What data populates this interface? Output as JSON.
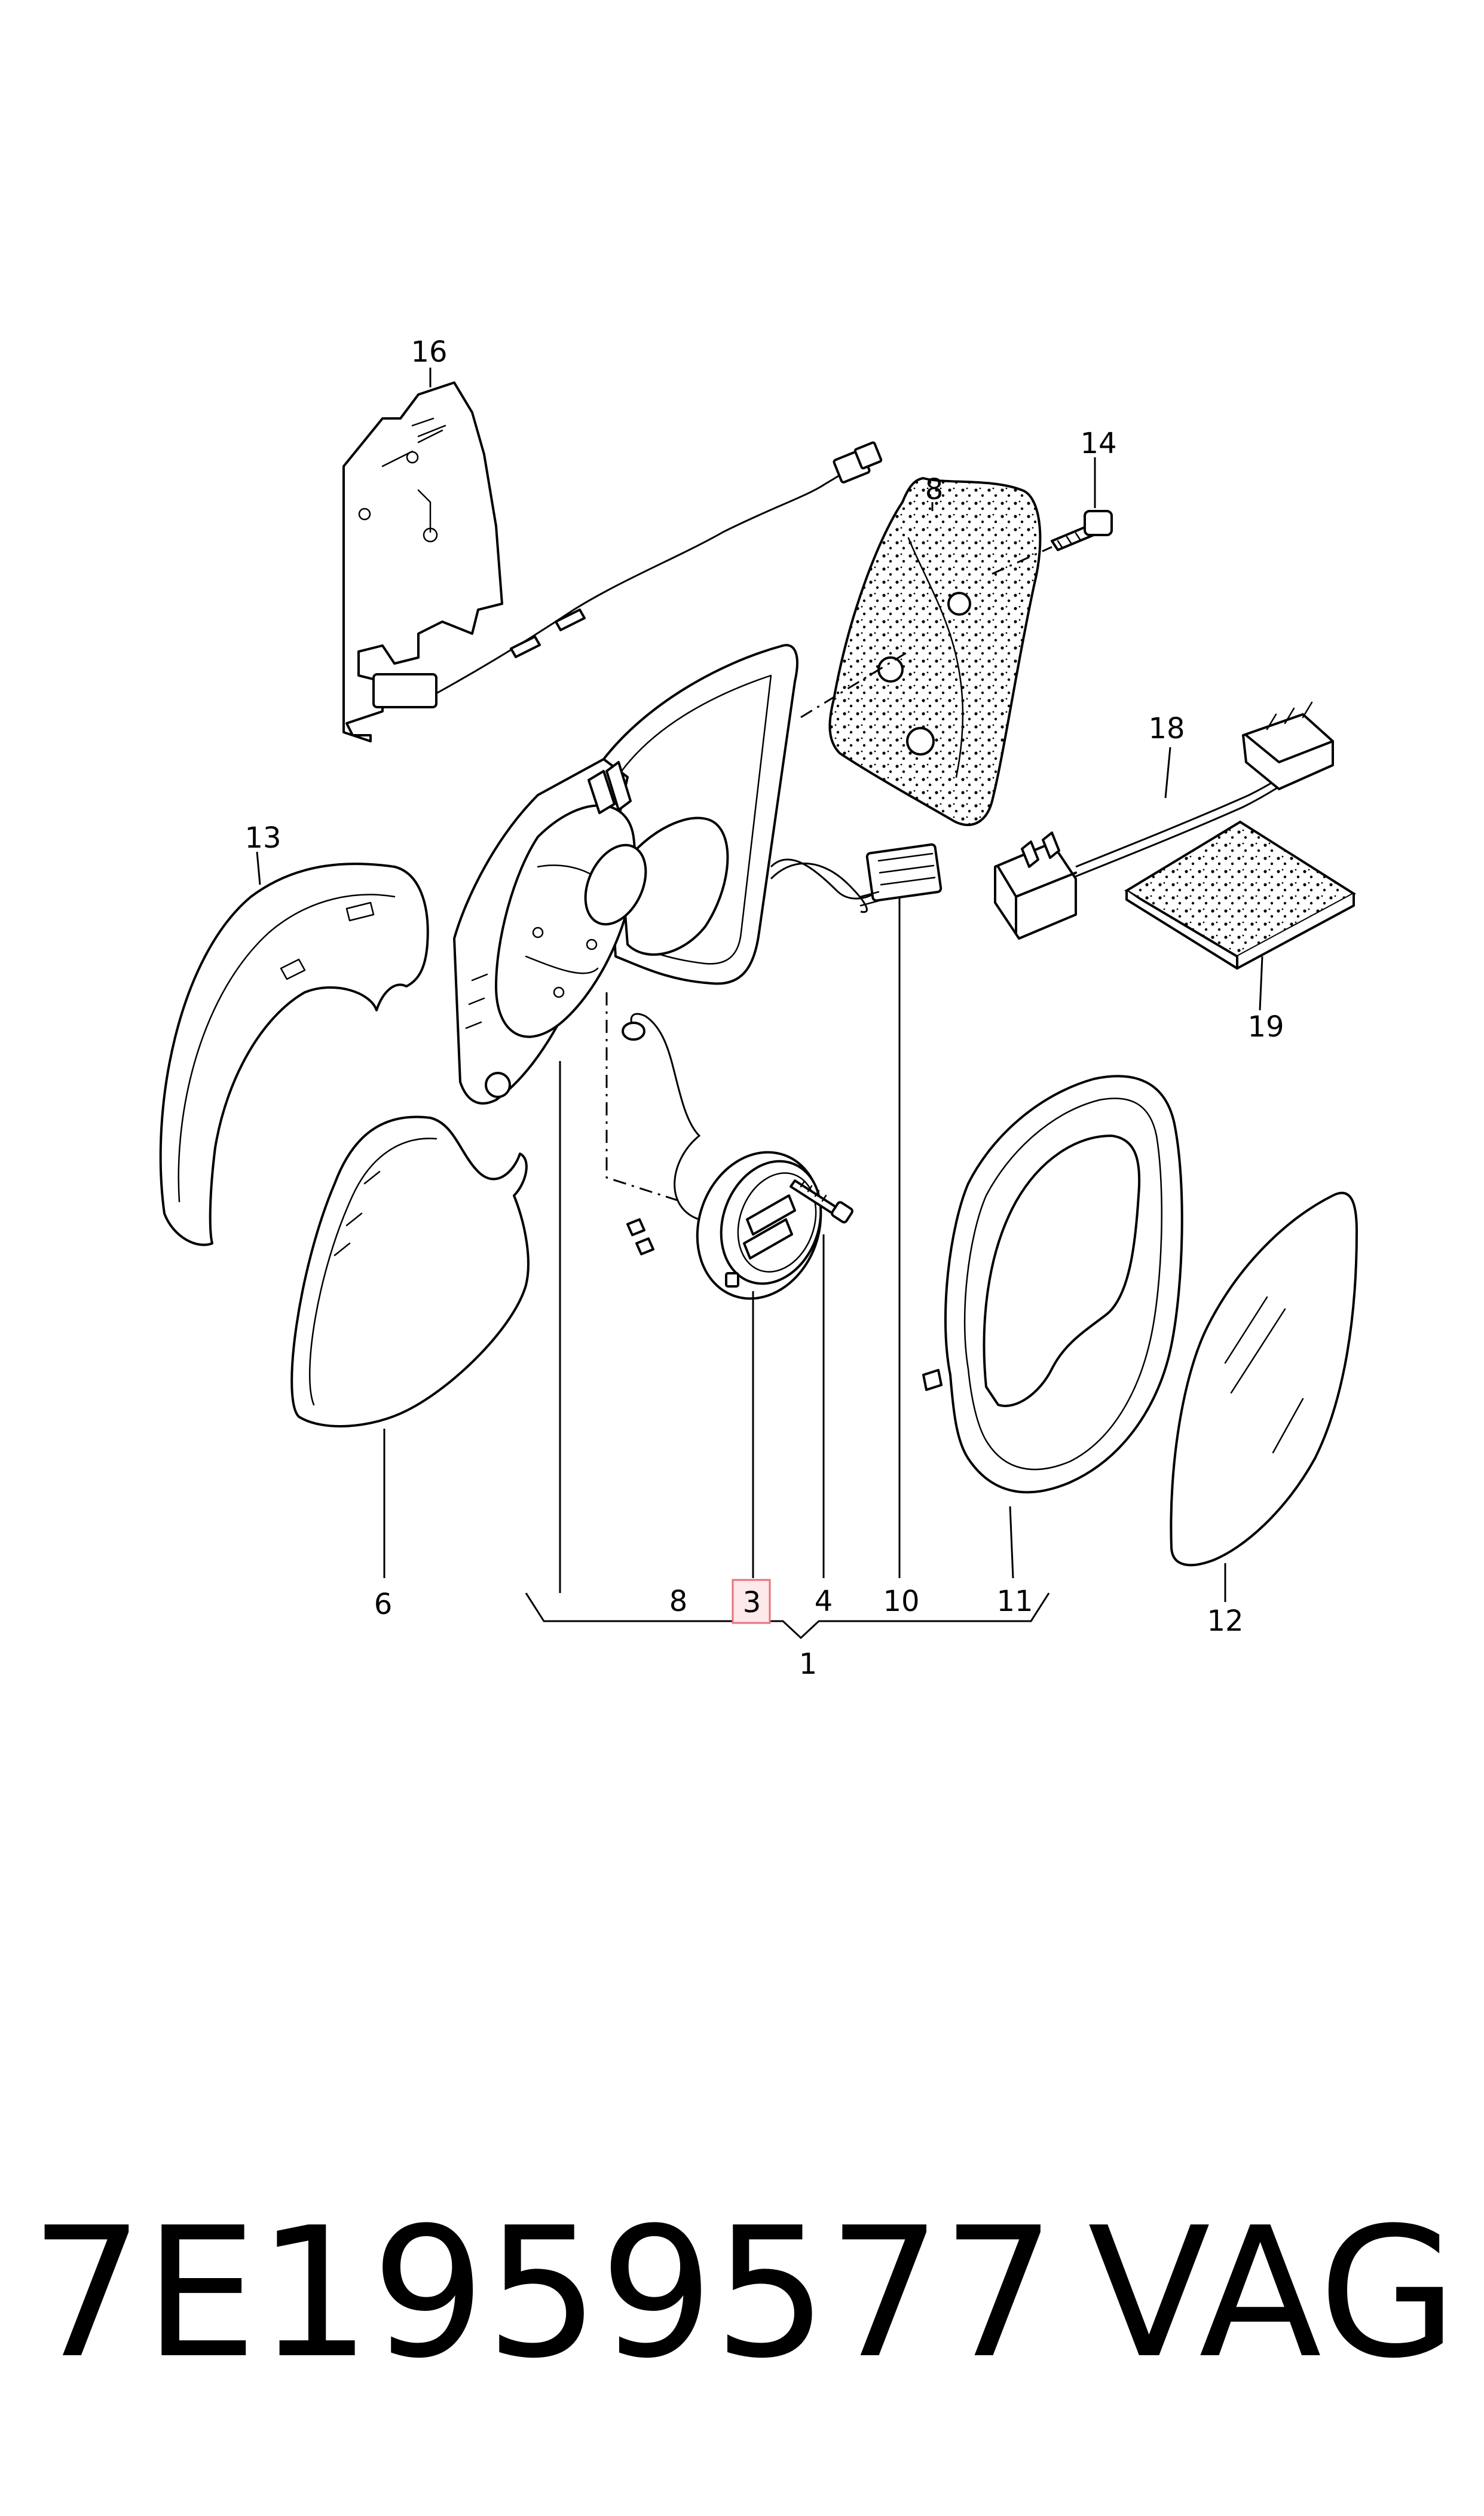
{
  "callouts": {
    "c1": "1",
    "c3": "3",
    "c4": "4",
    "c6": "6",
    "c8_top": "8",
    "c8_bottom": "8",
    "c10": "10",
    "c11": "11",
    "c12": "12",
    "c13": "13",
    "c14": "14",
    "c16": "16",
    "c18": "18",
    "c19": "19"
  },
  "highlighted_callout": "3",
  "footer": {
    "part_number": "7E1959577",
    "brand": "VAG"
  },
  "colors": {
    "line": "#000000",
    "background": "#ffffff",
    "highlight_fill": "#fde8ea",
    "highlight_stroke": "#e8707d"
  }
}
